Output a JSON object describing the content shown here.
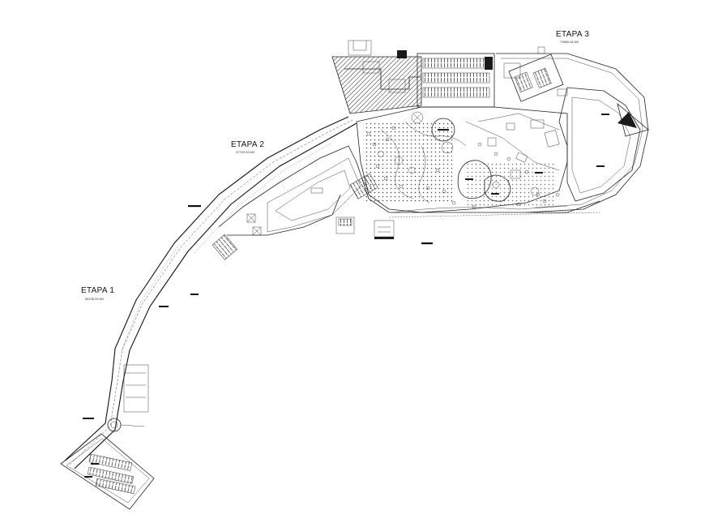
{
  "plan": {
    "stroke_color": "#222222",
    "background": "#ffffff",
    "stages": [
      {
        "title": "ETAPA 1",
        "area": "86105.59 M2"
      },
      {
        "title": "ETAPA 2",
        "area": "37703.59 M2"
      },
      {
        "title": "ETAPA 3",
        "area": "73855.46 M2"
      }
    ]
  }
}
